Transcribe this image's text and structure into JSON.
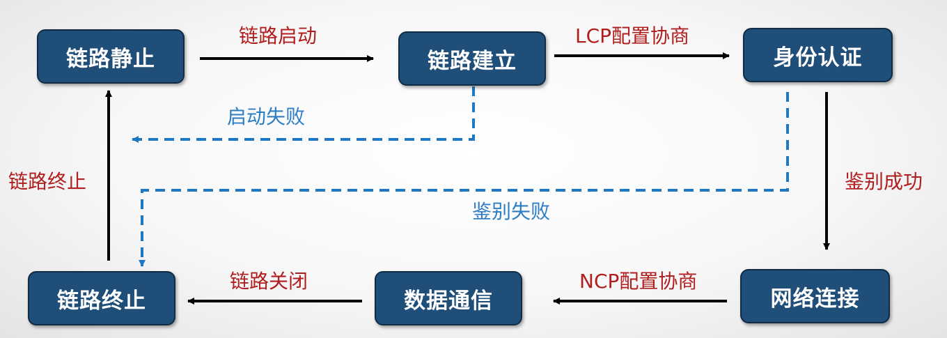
{
  "nodes": {
    "link_dead": "链路静止",
    "link_establish": "链路建立",
    "authenticate": "身份认证",
    "link_terminate": "链路终止",
    "data_comm": "数据通信",
    "network": "网络连接"
  },
  "labels": {
    "link_start": "链路启动",
    "lcp_negotiate": "LCP配置协商",
    "start_fail": "启动失败",
    "link_terminate_left": "链路终止",
    "auth_success": "鉴别成功",
    "auth_fail": "鉴别失败",
    "link_close": "链路关闭",
    "ncp_negotiate": "NCP配置协商"
  },
  "colors": {
    "node_fill": "#1f4e79",
    "success_arrow": "#000000",
    "failure_arrow": "#1f78c4",
    "success_text": "#b01e1e",
    "failure_text": "#2d7dc4"
  }
}
